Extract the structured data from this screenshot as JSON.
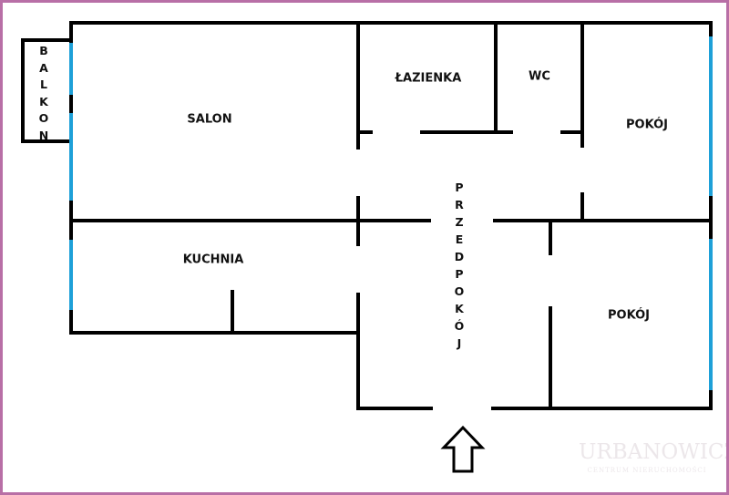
{
  "rooms": {
    "salon": "SALON",
    "lazienka": "ŁAZIENKA",
    "wc": "WC",
    "pokoj_top": "POKÓJ",
    "kuchnia": "KUCHNIA",
    "pokoj_bottom": "POKÓJ",
    "balkon": "BALKON",
    "przedpokoj": "PRZEDPOKÓJ"
  },
  "watermark": {
    "name": "URBANOWICZ",
    "subtitle": "CENTRUM NIERUCHOMOŚCI"
  },
  "colors": {
    "wall": "#000000",
    "window": "#1ea0d8",
    "frame": "#b86fa6"
  },
  "icons": {
    "entrance": "arrow-up-outline-icon"
  }
}
